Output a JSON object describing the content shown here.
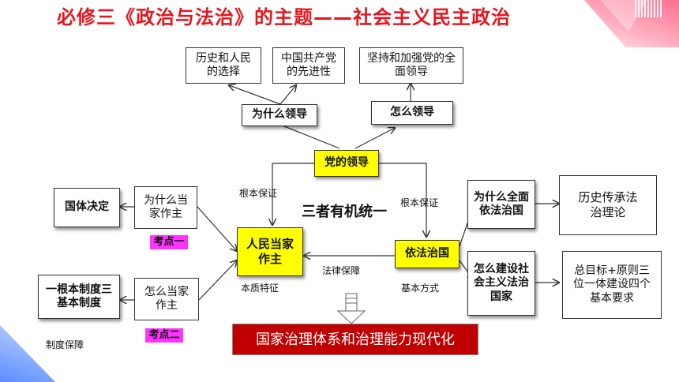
{
  "title": "必修三《政治与法治》的主题——社会主义民主政治",
  "boxes": {
    "history_choice": "历史和人民的选择",
    "cpc_advanced": "中国共产党的先进性",
    "strengthen_lead": "坚持和加强党的全面领导",
    "why_lead": "为什么领导",
    "how_lead": "怎么领导",
    "party_lead": "党的领导",
    "state_nature": "国体决定",
    "why_master": "为什么当家作主",
    "people_master": "人民当家作主",
    "one_three": "一根本制度三基本制度",
    "how_master": "怎么当家作主",
    "rule_of_law": "依法治国",
    "why_law": "为什么全面依法治国",
    "how_build": "怎么建设社会主义法治国家",
    "history_theory": "历史传承法治理论",
    "goals": "总目标+原则三位一体建设四个基本要求"
  },
  "tags": {
    "point1": "考点一",
    "point2": "考点二"
  },
  "labels": {
    "guarantee_left": "根本保证",
    "guarantee_right": "根本保证",
    "unity": "三者有机统一",
    "legal_guarantee": "法律保障",
    "essence": "本质特征",
    "basic_way": "基本方式",
    "system_guarantee": "制度保障"
  },
  "banner": "国家治理体系和治理能力现代化"
}
